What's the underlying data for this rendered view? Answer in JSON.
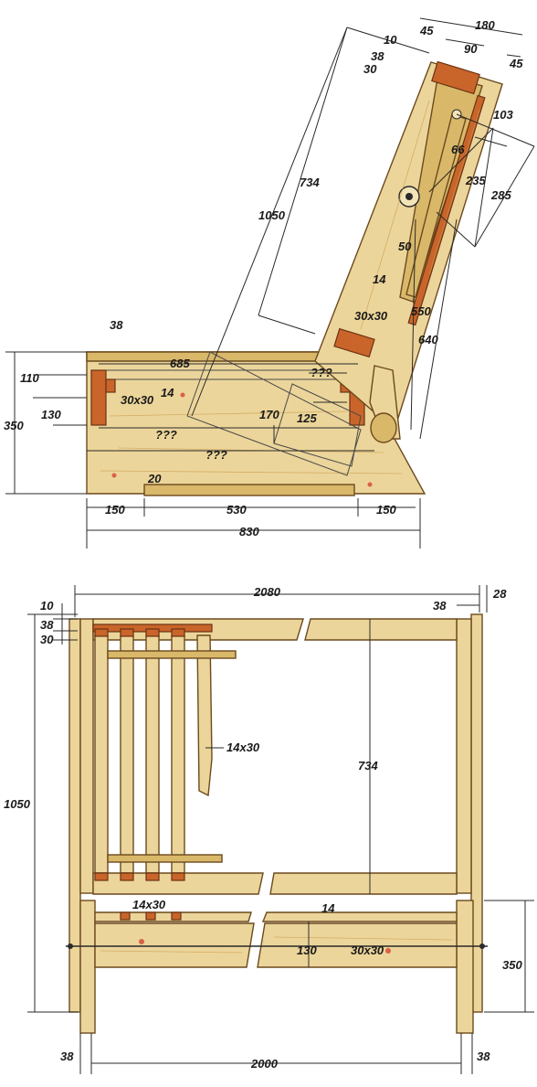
{
  "side_view": {
    "dimensions": {
      "top_width": "180",
      "top_45_left": "45",
      "top_90": "90",
      "top_45_right": "45",
      "d10": "10",
      "d38": "38",
      "d30": "30",
      "d103": "103",
      "d66": "66",
      "d235": "235",
      "d285": "285",
      "d734": "734",
      "d1050": "1050",
      "d50": "50",
      "d14_back": "14",
      "d30x30_back": "30x30",
      "d550": "550",
      "d640": "640",
      "d38_seat": "38",
      "d685": "685",
      "q1": "???",
      "d110": "110",
      "d130": "130",
      "d30x30_seat": "30x30",
      "d14_seat": "14",
      "d350": "350",
      "d170": "170",
      "d125": "125",
      "q2": "???",
      "q3": "???",
      "d20": "20",
      "d150_left": "150",
      "d530": "530",
      "d150_right": "150",
      "d830": "830"
    }
  },
  "front_view": {
    "dimensions": {
      "d2080": "2080",
      "d28": "28",
      "d10": "10",
      "d38_top": "38",
      "d30": "30",
      "d38_right": "38",
      "d14x30_back": "14x30",
      "d734": "734",
      "d1050": "1050",
      "d14x30_seat": "14x30",
      "d14": "14",
      "d130": "130",
      "d30x30": "30x30",
      "d350": "350",
      "d38_bl": "38",
      "d2000": "2000",
      "d38_br": "38"
    }
  },
  "colors": {
    "wood": "#ecd59a",
    "wood_dark": "#d9b86a",
    "bar_red": "#c9652a",
    "line": "#2a2a2a"
  }
}
